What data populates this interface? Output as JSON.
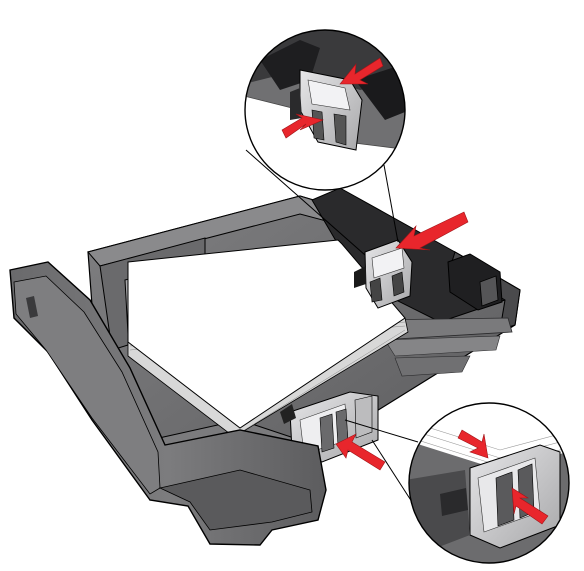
{
  "illustration": {
    "subject": "paper-tray-guide-adjustment",
    "callouts": [
      {
        "id": "top",
        "part": "length-guide"
      },
      {
        "id": "bottom",
        "part": "width-guide"
      }
    ],
    "arrows": [
      {
        "part": "length-guide-main",
        "direction": "squeeze-left"
      },
      {
        "part": "length-guide-zoom-1",
        "direction": "squeeze-left"
      },
      {
        "part": "length-guide-zoom-2",
        "direction": "squeeze-right"
      },
      {
        "part": "width-guide-main",
        "direction": "squeeze-left"
      },
      {
        "part": "width-guide-zoom-1",
        "direction": "squeeze-down"
      },
      {
        "part": "width-guide-zoom-2",
        "direction": "squeeze-left"
      }
    ]
  },
  "colors": {
    "tray_body": "#6e6e70",
    "tray_dark": "#3a3a3c",
    "tray_shadow": "#1e1e20",
    "tray_light": "#9a9a9c",
    "paper": "#ffffff",
    "guide": "#c9c9cb",
    "arrow": "#e8262c",
    "outline": "#000000"
  }
}
